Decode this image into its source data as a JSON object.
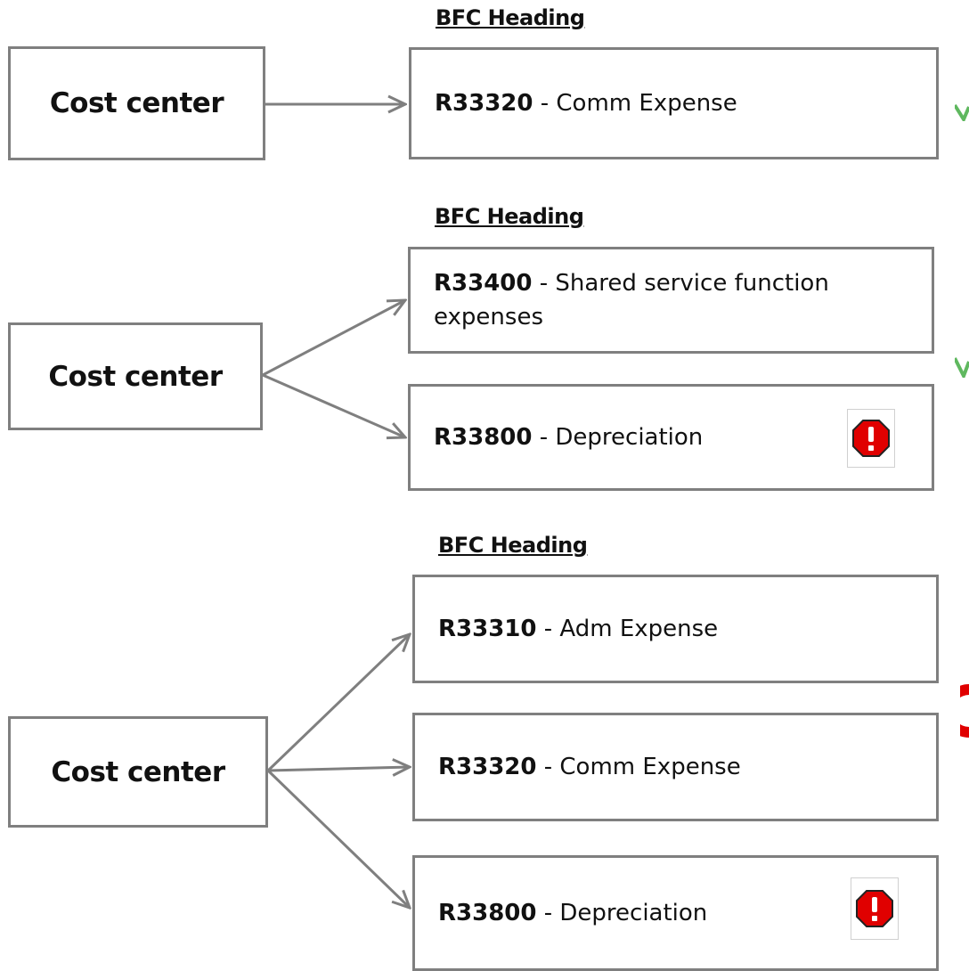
{
  "heading_label": "BFC Heading",
  "cost_center_label": "Cost center",
  "groups": [
    {
      "accounts": [
        {
          "code": "R33320",
          "name": " - Comm Expense",
          "warning": false
        }
      ],
      "status": "check"
    },
    {
      "accounts": [
        {
          "code": "R33400",
          "name": " - Shared service function expenses",
          "warning": false
        },
        {
          "code": "R33800",
          "name": " - Depreciation",
          "warning": true
        }
      ],
      "status": "check"
    },
    {
      "accounts": [
        {
          "code": "R33310",
          "name": " - Adm Expense",
          "warning": false
        },
        {
          "code": "R33320",
          "name": " - Comm Expense",
          "warning": false
        },
        {
          "code": "R33800",
          "name": " - Depreciation",
          "warning": true
        }
      ],
      "status": "error"
    }
  ],
  "colors": {
    "box_border": "#7f7f7f",
    "arrow": "#7f7f7f",
    "check": "#5fb85f",
    "error": "#e00000"
  },
  "icons": {
    "warning": "stop-sign-exclamation-icon",
    "check": "checkmark-icon",
    "error": "error-circle-icon"
  }
}
